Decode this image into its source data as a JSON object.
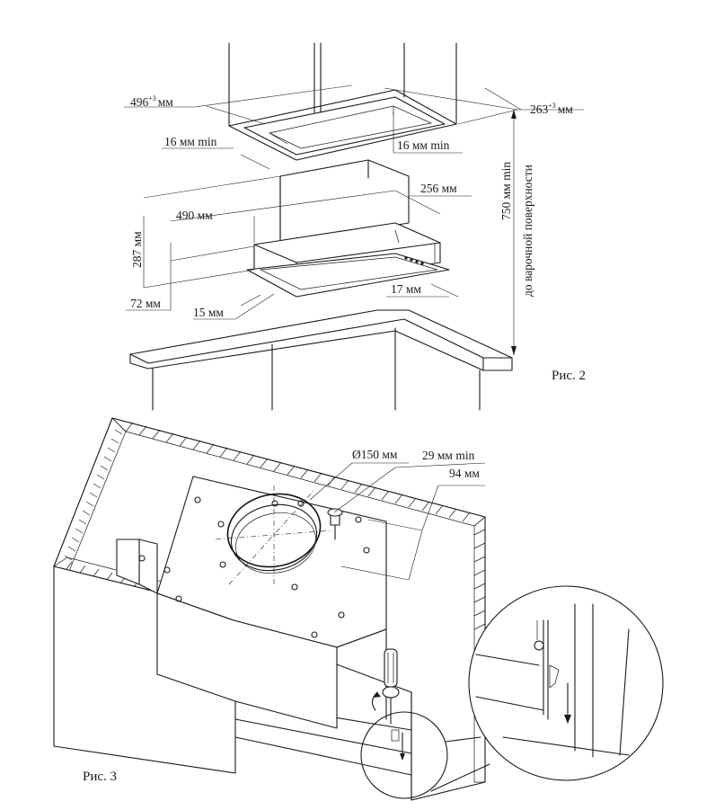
{
  "figure2": {
    "caption": "Рис. 2",
    "dims": {
      "cutout_width": "496",
      "cutout_width_tol": "+3",
      "unit": "мм",
      "cutout_depth": "263",
      "cutout_depth_tol": "+3",
      "min_left": "16 мм min",
      "min_right": "16 мм min",
      "hood_width": "490 мм",
      "hood_depth": "256 мм",
      "hood_height": "287 мм",
      "visible_height": "72 мм",
      "front_offset": "15 мм",
      "side_offset": "17 мм",
      "hob_distance": "750 мм min",
      "hob_distance_note": "до варочной поверхности"
    }
  },
  "figure3": {
    "caption": "Рис. 3",
    "dims": {
      "duct_diameter": "Ø150 мм",
      "wall_gap": "29 мм min",
      "panel_offset": "94 мм"
    }
  }
}
